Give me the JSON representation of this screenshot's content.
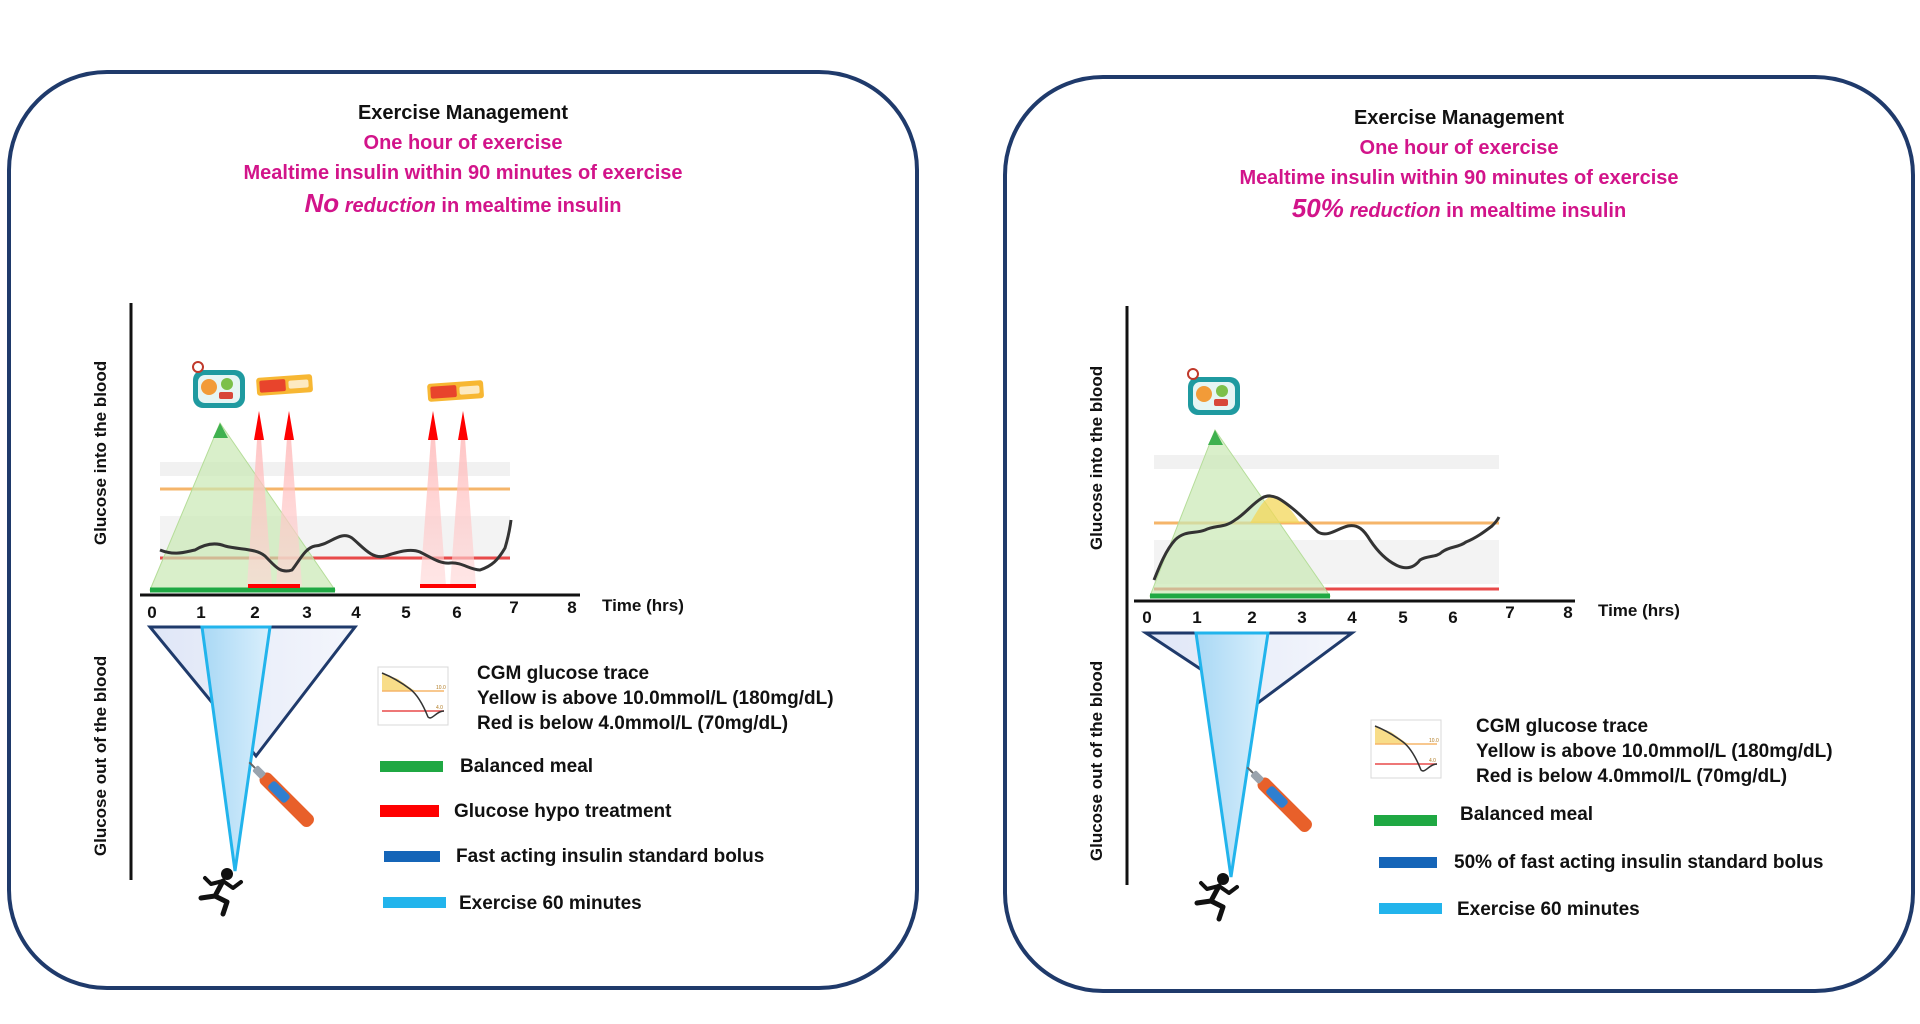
{
  "panels": [
    {
      "title": "Exercise Management",
      "line1": "One hour of exercise",
      "line2": "Mealtime insulin within 90 minutes of exercise",
      "line3_emphasis": "No",
      "line3_em": "reduction",
      "line3_rest": " in mealtime insulin",
      "y_upper_label": "Glucose into the blood",
      "y_lower_label": "Glucose out of the blood",
      "x_label": "Time (hrs)",
      "x_ticks": [
        "0",
        "1",
        "2",
        "3",
        "4",
        "5",
        "6",
        "7",
        "8"
      ],
      "legend_trace": {
        "title": "CGM glucose trace",
        "yellow": "Yellow is above 10.0mmol/L (180mg/dL)",
        "red": "Red is below 4.0mmol/L (70mg/dL)",
        "mini_hi": "10.0",
        "mini_lo": "4.0"
      },
      "legend": [
        {
          "label": "Balanced meal",
          "color": "#1fa843"
        },
        {
          "label": "Glucose hypo treatment",
          "color": "#ff0000"
        },
        {
          "label": "Fast acting insulin standard bolus",
          "color": "#1565b8"
        },
        {
          "label": "Exercise 60 minutes",
          "color": "#22b4ec"
        }
      ],
      "icons": [
        "meal-tray-icon",
        "glucose-tablets-icon",
        "glucose-tablets-icon",
        "insulin-pen-icon",
        "runner-icon"
      ]
    },
    {
      "title": "Exercise Management",
      "line1": "One hour of exercise",
      "line2": "Mealtime insulin within 90 minutes of exercise",
      "line3_emphasis": "50%",
      "line3_em": "reduction",
      "line3_rest": " in mealtime insulin",
      "y_upper_label": "Glucose into the blood",
      "y_lower_label": "Glucose out of the blood",
      "x_label": "Time (hrs)",
      "x_ticks": [
        "0",
        "1",
        "2",
        "3",
        "4",
        "5",
        "6",
        "7",
        "8"
      ],
      "legend_trace": {
        "title": "CGM glucose trace",
        "yellow": "Yellow is above 10.0mmol/L (180mg/dL)",
        "red": "Red is below 4.0mmol/L (70mg/dL)",
        "mini_hi": "10.0",
        "mini_lo": "4.0"
      },
      "legend": [
        {
          "label": "Balanced meal",
          "color": "#1fa843"
        },
        {
          "label": "50% of fast acting insulin standard bolus",
          "color": "#1565b8"
        },
        {
          "label": "Exercise 60 minutes",
          "color": "#22b4ec"
        }
      ],
      "icons": [
        "meal-tray-icon",
        "insulin-pen-icon",
        "runner-icon"
      ]
    }
  ],
  "colors": {
    "border": "#1f3a6b",
    "magenta": "#d2148a",
    "meal": "#1fa843",
    "hypo": "#ff0000",
    "insulin": "#1565b8",
    "exercise": "#22b4ec",
    "high_line": "#f5b56a",
    "low_line": "#e84a4a"
  }
}
